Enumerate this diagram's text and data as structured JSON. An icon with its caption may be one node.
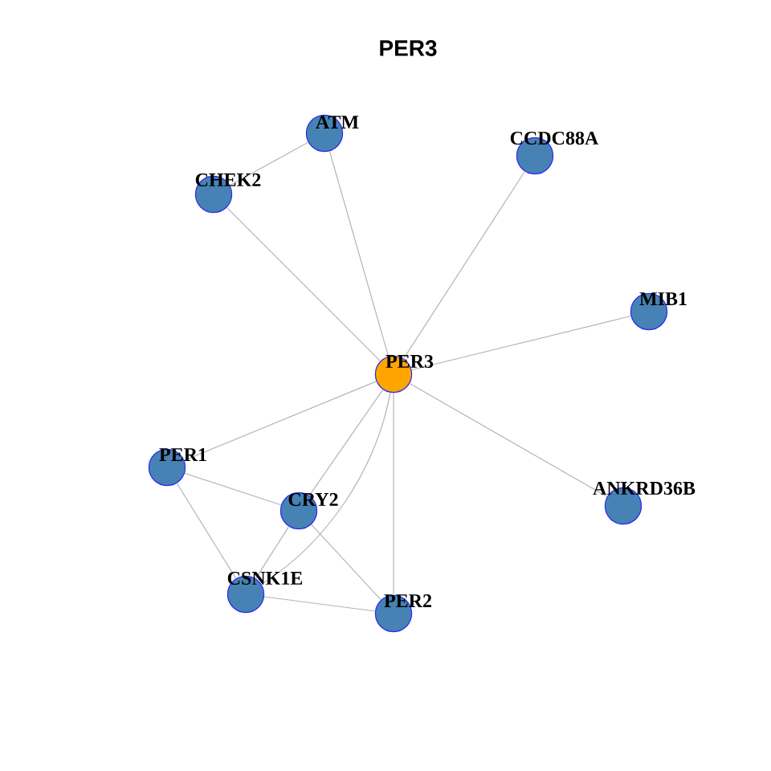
{
  "diagram": {
    "title": "PER3",
    "nodes": [
      {
        "text": [
          "ATM"
        ]
      },
      {
        "text": [
          "CCDC88A"
        ]
      },
      {
        "text": [
          "CHEK2"
        ]
      },
      {
        "text": [
          "MIB1"
        ]
      },
      {
        "text": [
          "PER3"
        ]
      },
      {
        "text": [
          "PER1"
        ]
      },
      {
        "text": [
          "ANKRD36B"
        ]
      },
      {
        "text": [
          "CRY2"
        ]
      },
      {
        "text": [
          "CSNK1E"
        ]
      },
      {
        "text": [
          "PER2"
        ]
      }
    ],
    "edges": [
      {
        "from": 4,
        "to": 0,
        "arrow": "none"
      },
      {
        "from": 4,
        "to": 2,
        "arrow": "none"
      },
      {
        "from": 4,
        "to": 1,
        "arrow": "none"
      },
      {
        "from": 4,
        "to": 3,
        "arrow": "none"
      },
      {
        "from": 4,
        "to": 6,
        "arrow": "none"
      },
      {
        "from": 4,
        "to": 5,
        "arrow": "none"
      },
      {
        "from": 4,
        "to": 7,
        "arrow": "none"
      },
      {
        "from": 4,
        "to": 8,
        "arrow": "none"
      },
      {
        "from": 4,
        "to": 9,
        "arrow": "none"
      },
      {
        "from": 0,
        "to": 2,
        "arrow": "none"
      },
      {
        "from": 5,
        "to": 7,
        "arrow": "none"
      },
      {
        "from": 5,
        "to": 8,
        "arrow": "none"
      },
      {
        "from": 7,
        "to": 8,
        "arrow": "none"
      },
      {
        "from": 7,
        "to": 9,
        "arrow": "none"
      },
      {
        "from": 8,
        "to": 9,
        "arrow": "none"
      }
    ]
  }
}
